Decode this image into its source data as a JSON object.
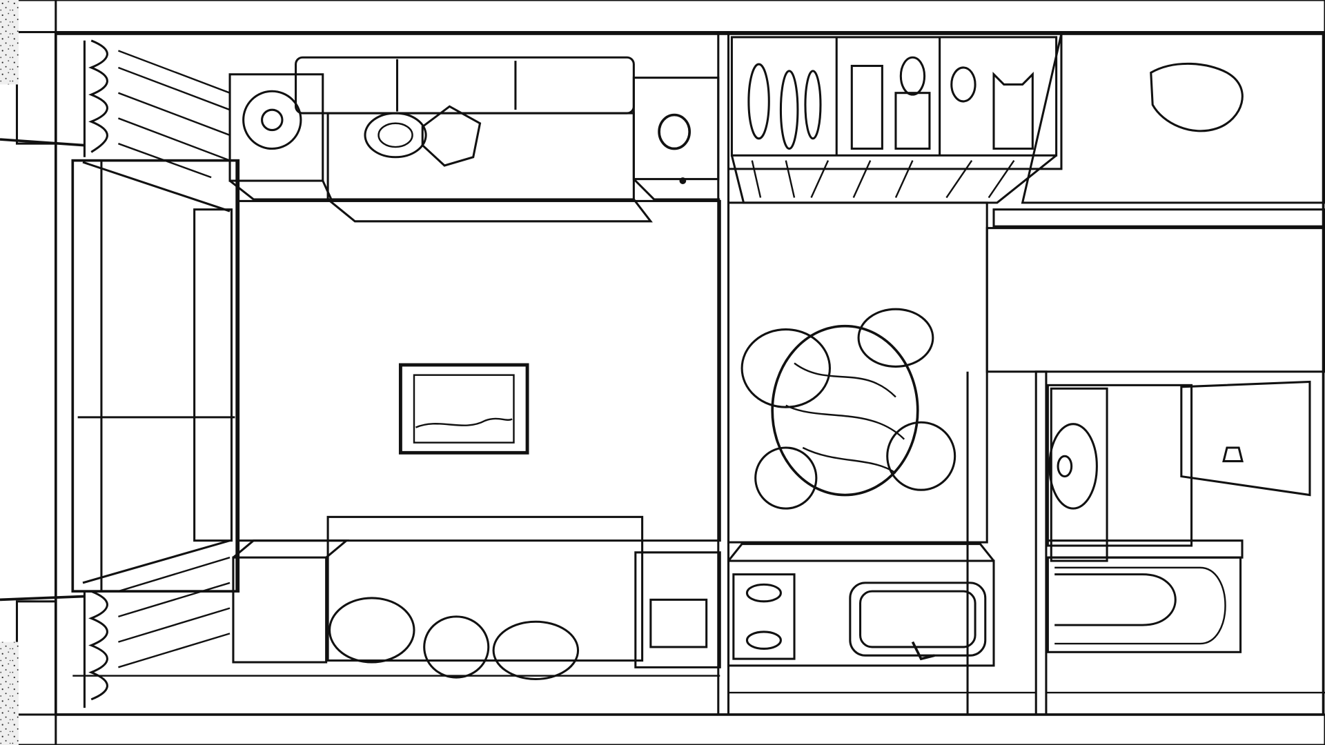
{
  "drawing": {
    "style": "black-and-white line illustration, axonometric cutaway of a small apartment",
    "ink_color": "#111111",
    "paper_color": "#ffffff",
    "wall_fill_color": "#e9e9e9",
    "rooms": [
      {
        "id": "living-room",
        "items": [
          "bookshelf",
          "speaker",
          "pillows",
          "framed-picture",
          "low-seating",
          "cushions",
          "window",
          "curtains",
          "radiator",
          "pebble-rug"
        ]
      },
      {
        "id": "kitchen",
        "items": [
          "wall-shelf",
          "utensils",
          "tiled-wall",
          "round-table",
          "stools",
          "hob",
          "sink",
          "tap"
        ]
      },
      {
        "id": "bathroom",
        "items": [
          "patterned-towel",
          "wall-cabinet",
          "mirror",
          "bathtub",
          "tiles"
        ]
      }
    ]
  }
}
